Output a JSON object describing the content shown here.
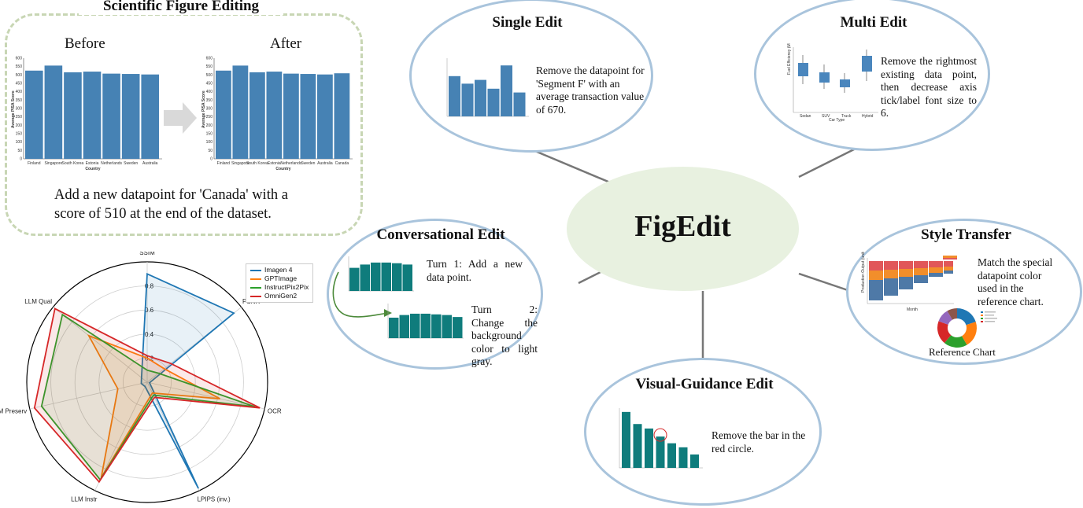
{
  "scientific": {
    "title": "Scientific Figure Editing",
    "before_label": "Before",
    "after_label": "After",
    "instruction_line1": "Add a new datapoint for 'Canada' with a",
    "instruction_line2": "score of 510 at the end of the dataset.",
    "ylabel": "Average PISA Score",
    "xlabel": "Country",
    "yticks": [
      "0",
      "50",
      "100",
      "150",
      "200",
      "250",
      "300",
      "350",
      "400",
      "450",
      "500",
      "550",
      "600"
    ],
    "before_categories": [
      "Finland",
      "Singapore",
      "South Korea",
      "Estonia",
      "Netherlands",
      "Sweden",
      "Australia"
    ],
    "before_values": [
      526,
      556,
      516,
      520,
      508,
      506,
      503
    ],
    "after_categories": [
      "Finland",
      "Singapore",
      "South Korea",
      "Estonia",
      "Netherlands",
      "Sweden",
      "Australia",
      "Canada"
    ],
    "after_values": [
      526,
      556,
      516,
      520,
      508,
      506,
      503,
      510
    ]
  },
  "center": {
    "label": "FigEdit"
  },
  "single": {
    "title": "Single Edit",
    "desc": "Remove the datapoint for 'Segment F' with an average transaction value of 670.",
    "values": [
      640,
      520,
      580,
      440,
      810,
      380
    ]
  },
  "multi": {
    "title": "Multi Edit",
    "desc": "Remove the rightmost existing data point, then decrease axis tick/label font size to 6."
  },
  "conversational": {
    "title": "Conversational Edit",
    "turn1": "Turn 1: Add a new data point.",
    "turn2": "Turn 2: Change the background color to light gray.",
    "values1": [
      70,
      80,
      86,
      86,
      84,
      80
    ],
    "values2": [
      62,
      70,
      74,
      74,
      72,
      70,
      64
    ]
  },
  "style": {
    "title": "Style Transfer",
    "desc": "Match the special datapoint color used in the reference chart.",
    "ref_label": "Reference Chart"
  },
  "visual": {
    "title": "Visual-Guidance Edit",
    "desc": "Remove the bar in the red circle.",
    "values": [
      125,
      98,
      88,
      70,
      55,
      46,
      30
    ]
  },
  "radar": {
    "axes": [
      "SSIM",
      "PSNR",
      "OCR",
      "LPIPS (inv.)",
      "LLM Instr",
      "LLM Preserv",
      "LLM Qual"
    ],
    "ticks": [
      "0.2",
      "0.4",
      "0.6",
      "0.8"
    ],
    "legend": [
      {
        "name": "Imagen 4",
        "color": "#1f77b4"
      },
      {
        "name": "GPTImage",
        "color": "#ff7f0e"
      },
      {
        "name": "InstructPix2Pix",
        "color": "#2ca02c"
      },
      {
        "name": "OmniGen2",
        "color": "#d62728"
      }
    ],
    "series": [
      {
        "name": "Imagen 4",
        "values": [
          0.9,
          0.92,
          0.02,
          0.98,
          0.04,
          0.05,
          0.06
        ]
      },
      {
        "name": "GPTImage",
        "values": [
          0.2,
          0.18,
          0.62,
          0.1,
          0.88,
          0.25,
          0.62
        ]
      },
      {
        "name": "InstructPix2Pix",
        "values": [
          0.1,
          0.12,
          0.92,
          0.12,
          0.9,
          0.9,
          0.9
        ]
      },
      {
        "name": "OmniGen2",
        "values": [
          0.22,
          0.25,
          0.96,
          0.14,
          0.92,
          0.96,
          0.98
        ]
      }
    ]
  }
}
